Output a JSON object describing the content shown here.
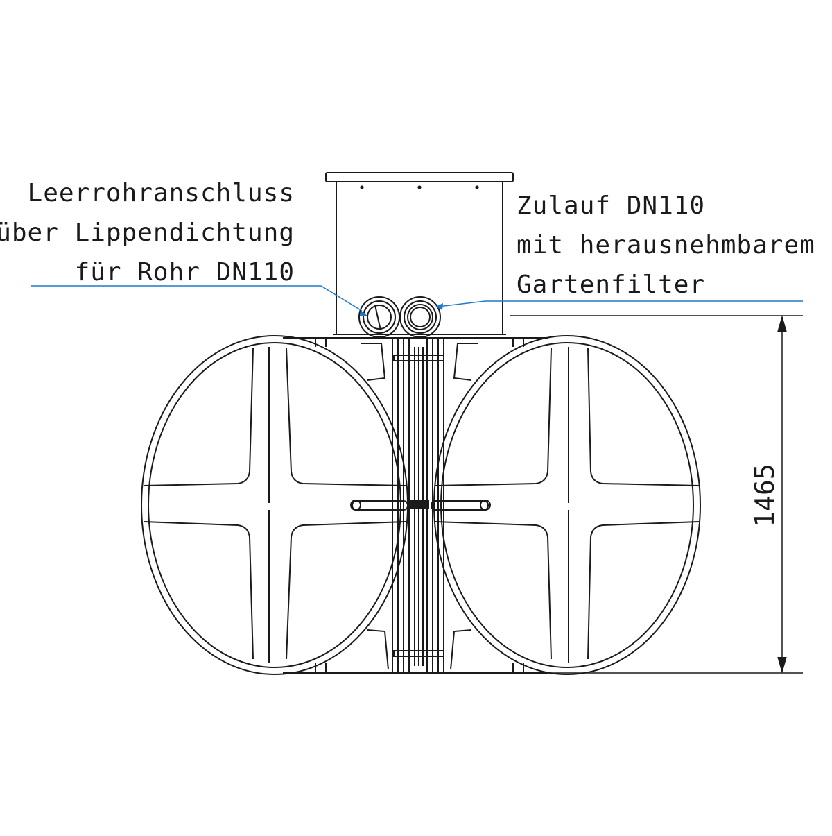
{
  "annotations": {
    "left": {
      "lines": [
        "Leerrohranschluss",
        "über Lippendichtung",
        "für Rohr DN110"
      ]
    },
    "right": {
      "lines": [
        "Zulauf DN110",
        "mit herausnehmbarem",
        "Gartenfilter"
      ]
    }
  },
  "dimension": {
    "height": "1465"
  },
  "colors": {
    "stroke": "#1a1a1a",
    "leader": "#1f78c8"
  }
}
